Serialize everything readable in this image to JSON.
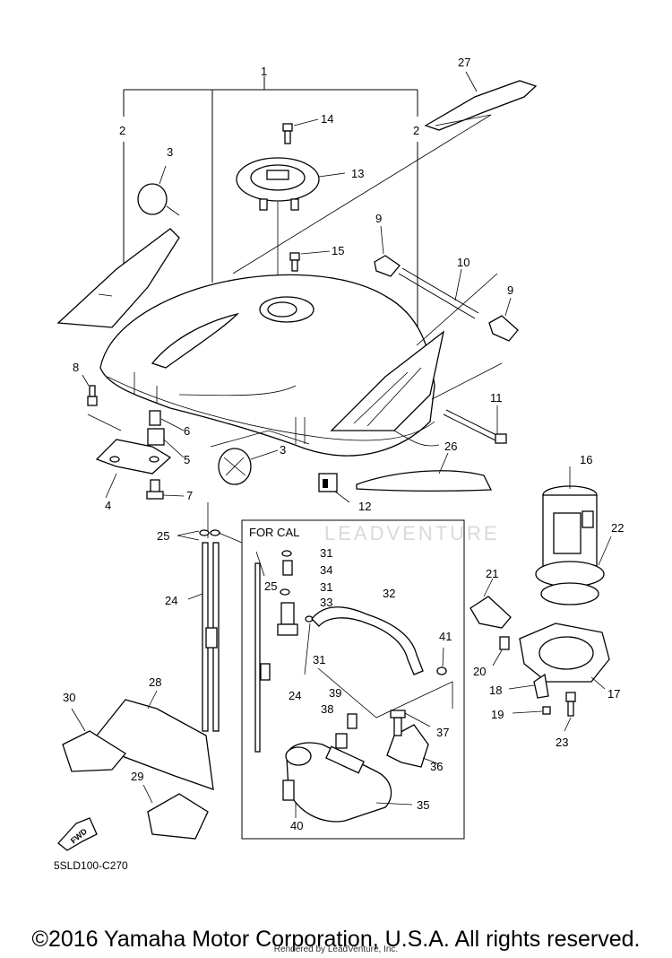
{
  "diagram": {
    "code": "5SLD100-C270",
    "inset_label": "FOR CAL",
    "fwd_label": "FWD",
    "watermark": "LEADVENTURE"
  },
  "callouts": [
    {
      "id": "c1",
      "text": "1"
    },
    {
      "id": "c2a",
      "text": "2"
    },
    {
      "id": "c2b",
      "text": "2"
    },
    {
      "id": "c3a",
      "text": "3"
    },
    {
      "id": "c3b",
      "text": "3"
    },
    {
      "id": "c4",
      "text": "4"
    },
    {
      "id": "c5",
      "text": "5"
    },
    {
      "id": "c6",
      "text": "6"
    },
    {
      "id": "c7",
      "text": "7"
    },
    {
      "id": "c8",
      "text": "8"
    },
    {
      "id": "c9a",
      "text": "9"
    },
    {
      "id": "c9b",
      "text": "9"
    },
    {
      "id": "c10",
      "text": "10"
    },
    {
      "id": "c11",
      "text": "11"
    },
    {
      "id": "c12",
      "text": "12"
    },
    {
      "id": "c13",
      "text": "13"
    },
    {
      "id": "c14",
      "text": "14"
    },
    {
      "id": "c15",
      "text": "15"
    },
    {
      "id": "c16",
      "text": "16"
    },
    {
      "id": "c17",
      "text": "17"
    },
    {
      "id": "c18",
      "text": "18"
    },
    {
      "id": "c19",
      "text": "19"
    },
    {
      "id": "c20",
      "text": "20"
    },
    {
      "id": "c21",
      "text": "21"
    },
    {
      "id": "c22",
      "text": "22"
    },
    {
      "id": "c23",
      "text": "23"
    },
    {
      "id": "c24a",
      "text": "24"
    },
    {
      "id": "c24b",
      "text": "24"
    },
    {
      "id": "c25a",
      "text": "25"
    },
    {
      "id": "c25b",
      "text": "25"
    },
    {
      "id": "c26",
      "text": "26"
    },
    {
      "id": "c27",
      "text": "27"
    },
    {
      "id": "c28",
      "text": "28"
    },
    {
      "id": "c29",
      "text": "29"
    },
    {
      "id": "c30",
      "text": "30"
    },
    {
      "id": "c31a",
      "text": "31"
    },
    {
      "id": "c31b",
      "text": "31"
    },
    {
      "id": "c31c",
      "text": "31"
    },
    {
      "id": "c32",
      "text": "32"
    },
    {
      "id": "c33",
      "text": "33"
    },
    {
      "id": "c34",
      "text": "34"
    },
    {
      "id": "c35",
      "text": "35"
    },
    {
      "id": "c36",
      "text": "36"
    },
    {
      "id": "c37",
      "text": "37"
    },
    {
      "id": "c38",
      "text": "38"
    },
    {
      "id": "c39",
      "text": "39"
    },
    {
      "id": "c40",
      "text": "40"
    },
    {
      "id": "c41",
      "text": "41"
    }
  ],
  "footer": {
    "copyright": "©2016 Yamaha Motor Corporation, U.S.A. All rights reserved.",
    "rendered_by": "Rendered by LeadVenture, Inc."
  }
}
